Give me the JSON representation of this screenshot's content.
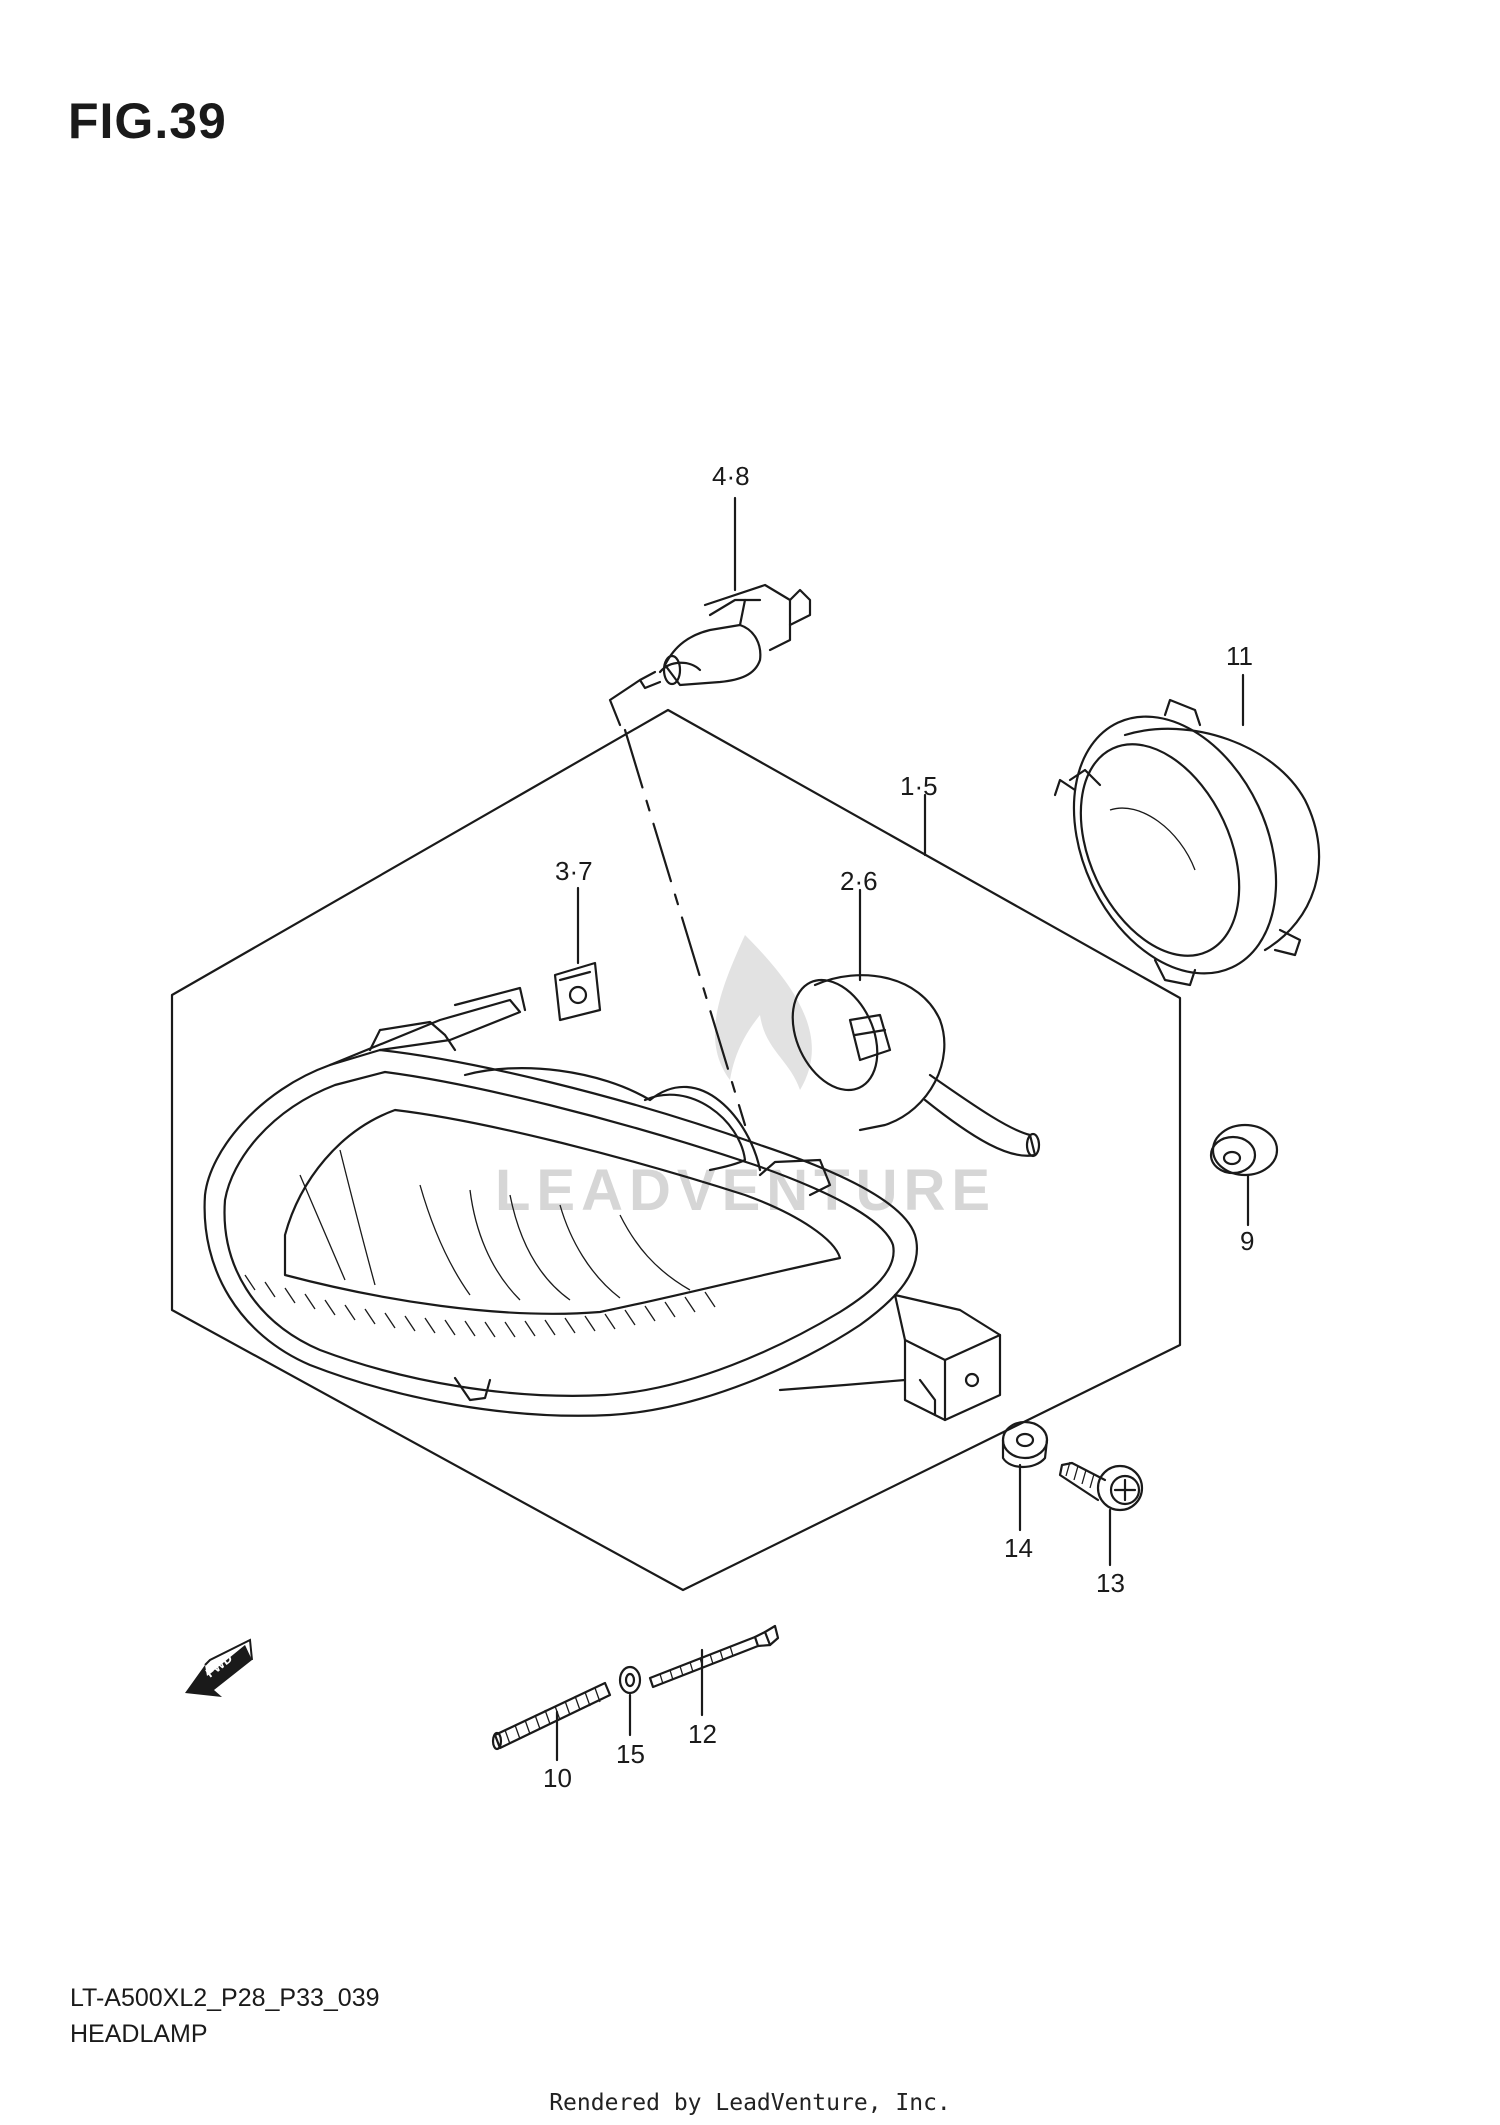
{
  "figure": {
    "title": "FIG.39"
  },
  "callouts": [
    {
      "id": "c48",
      "text": "4·8"
    },
    {
      "id": "c11",
      "text": "11"
    },
    {
      "id": "c15a",
      "text": "1·5"
    },
    {
      "id": "c37",
      "text": "3·7"
    },
    {
      "id": "c26",
      "text": "2·6"
    },
    {
      "id": "c9",
      "text": "9"
    },
    {
      "id": "c14",
      "text": "14"
    },
    {
      "id": "c13",
      "text": "13"
    },
    {
      "id": "c12",
      "text": "12"
    },
    {
      "id": "c15",
      "text": "15"
    },
    {
      "id": "c10",
      "text": "10"
    }
  ],
  "fwd_arrow": {
    "text": "FWD"
  },
  "watermark": {
    "text": "LEADVENTURE"
  },
  "model_code": {
    "line1": "LT-A500XL2_P28_P33_039",
    "line2": "HEADLAMP"
  },
  "footer": {
    "text": "Rendered by LeadVenture, Inc."
  },
  "colors": {
    "line": "#1a1a1a",
    "background": "#ffffff",
    "watermark": "#d6d6d6"
  }
}
